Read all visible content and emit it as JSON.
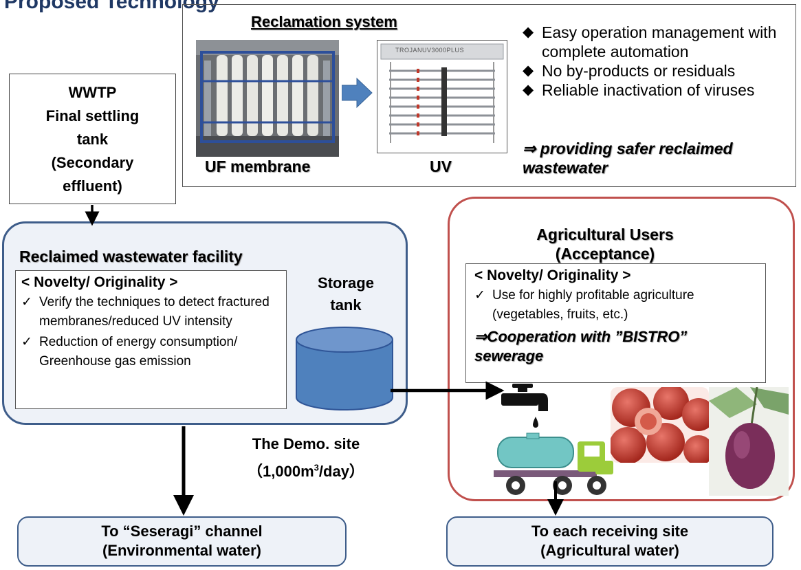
{
  "page_title": "Proposed Technology",
  "wwtp_box": {
    "lines": [
      "WWTP",
      "Final settling",
      "tank",
      "(Secondary",
      "effluent)"
    ]
  },
  "reclamation": {
    "title": "Reclamation system",
    "uf_label": "UF membrane",
    "uv_label": "UV",
    "uv_device_brand": "TROJANUV3000PLUS",
    "bullets": [
      "Easy operation management with complete automation",
      "No by-products or residuals",
      "Reliable inactivation of viruses"
    ],
    "conclusion": "⇒ providing safer reclaimed wastewater"
  },
  "facility": {
    "title": "Reclaimed wastewater facility",
    "novelty_header": "< Novelty/ Originality >",
    "items": [
      "Verify the techniques to detect fractured membranes/reduced UV intensity",
      "Reduction of energy consumption/ Greenhouse gas emission"
    ],
    "storage_label": "Storage tank",
    "demo_site": "The Demo. site",
    "capacity_prefix": "（1,000m",
    "capacity_sup": "3",
    "capacity_suffix": "/day）"
  },
  "agri": {
    "title_line1": "Agricultural Users",
    "title_line2": "(Acceptance)",
    "novelty_header": "< Novelty/ Originality >",
    "items": [
      "Use for highly profitable agriculture (vegetables, fruits, etc.)"
    ],
    "conclusion": "⇒Cooperation with ”BISTRO” sewerage"
  },
  "outputs": {
    "seseragi_line1": "To “Seseragi” channel",
    "seseragi_line2": "(Environmental water)",
    "receiving_line1": "To each receiving site",
    "receiving_line2": "(Agricultural water)"
  },
  "colors": {
    "facility_fill": "#eef2f8",
    "facility_border": "#3e5d8a",
    "agri_border": "#c0504d",
    "tank": "#4f81bd",
    "arrow_blue": "#4f81bd"
  }
}
